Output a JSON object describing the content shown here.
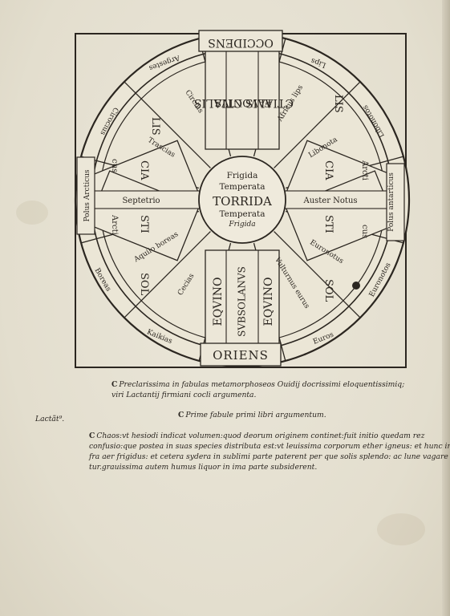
{
  "diagram": {
    "directions": {
      "top": "OCCIDENS",
      "bottom": "ORIENS",
      "right": "Polus antarticus",
      "left": "Polus Arcticus"
    },
    "center": {
      "line1": "Frigida",
      "line2": "Temperata",
      "line3": "TORRIDA",
      "line4": "Temperata",
      "line5": "Frigida"
    },
    "top_band": [
      "CTIALIS",
      "FAVONIVS",
      "CTIALIS"
    ],
    "bottom_band": [
      "EQVINO",
      "SVBSOLANVS",
      "EQVINO"
    ],
    "left_top_band": [
      "LIS",
      "CIA",
      "cus"
    ],
    "left_bottom_band": [
      "STI",
      "SOL",
      "Arcti"
    ],
    "right_top_band": [
      "LIS",
      "CIA",
      "Arcti"
    ],
    "right_bottom_band": [
      "STI",
      "SOL",
      "cus"
    ],
    "winds": {
      "upper_left_1": "Circius",
      "upper_left_2": "Trascias",
      "left_mid": "Septetrio",
      "lower_left": "Aquilo boreas",
      "bottom_left": "Cecias",
      "upper_right_1": "Africus lips",
      "upper_right_2": "Libonota",
      "right_mid": "Auster Notus",
      "lower_right": "Euronotus",
      "bottom_right": "Vulturnus eurus"
    },
    "rim": {
      "top_left": "Argestes",
      "top_right": "Lips",
      "upper_left": "Cirocius",
      "upper_right": "Libonotos",
      "lower_left": "Boreas",
      "lower_right": "Euronotos",
      "bottom_left": "Kaikias",
      "bottom_right": "Euros"
    }
  },
  "text": {
    "caption_line1": "Preclarissima in fabulas metamorphoseos Ouidij docrissimi eloquentissimiq;",
    "caption_line2": "viri Lactantij firmiani cocli argumenta.",
    "section_title": "Prime fabule primi libri argumentum.",
    "margin_note": "Lactãt⁹.",
    "para_mark": "C",
    "body_line1": "Chaos:vt hesiodi indicat volumen:quod deorum originem continet:fuit initio quedam rez",
    "body_line2": "confusio:que postea in suas species distributa est:vt leuissima corporum ether igneus: et hunc in",
    "body_line3": "fra aer frigidus: et cetera sydera in sublimi parte paterent per que solis splendo: ac lune vagare",
    "body_line4": "tur.grauissima autem humus liquor in ima parte subsiderent."
  },
  "colors": {
    "paper": "#e6e1d3",
    "ink": "#2b2620"
  }
}
